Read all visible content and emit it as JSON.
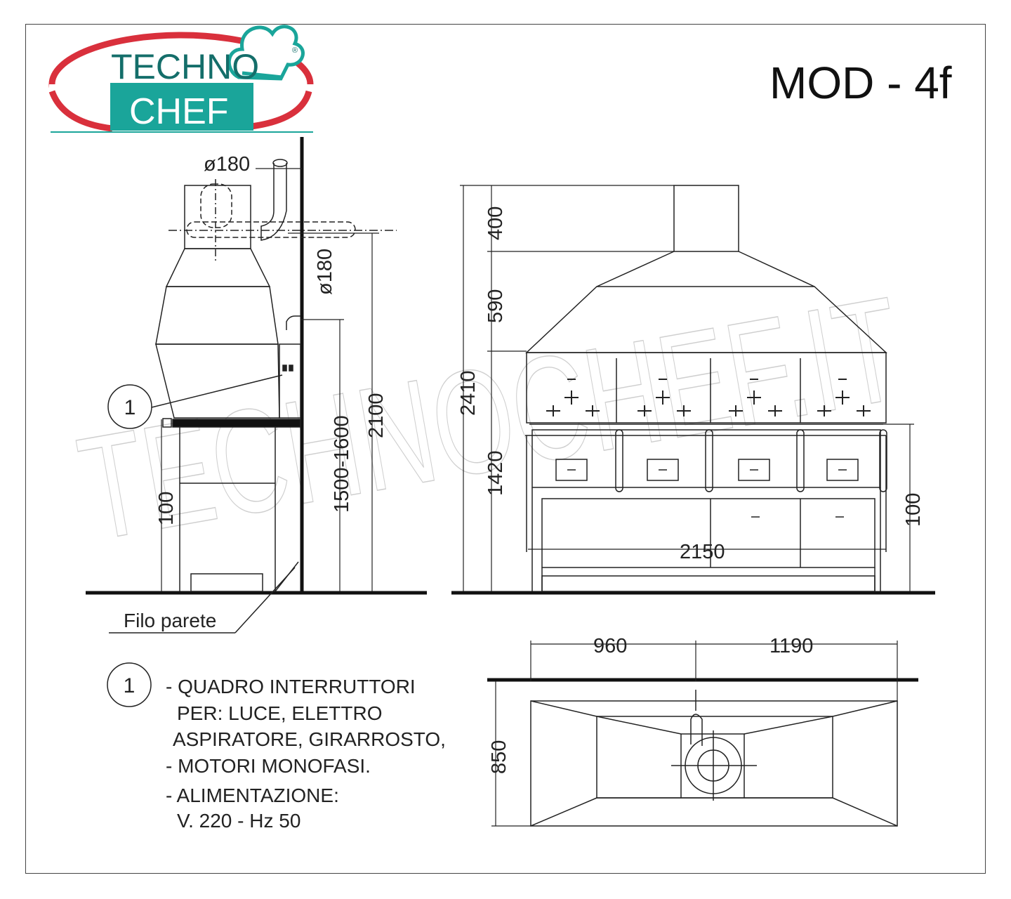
{
  "logo": {
    "line1": "TECHNO",
    "line2": "CHEF",
    "registered": "®",
    "colors": {
      "teal": "#1aa59a",
      "red": "#d9303c",
      "text_dark": "#146e6a"
    }
  },
  "model_title": "MOD - 4f",
  "watermark": "TECHNOCHEF.IT",
  "side_view": {
    "dims": {
      "flue_diameter": "ø180",
      "pipe_diameter": "ø180",
      "height_2100": "2100",
      "height_range": "1500-1600",
      "height_100": "100"
    },
    "callout_number": "1",
    "wall_label": "Filo parete"
  },
  "front_view": {
    "dims": {
      "h400": "400",
      "h590": "590",
      "h1420": "1420",
      "h2410": "2410",
      "h100": "100",
      "width": "2150"
    }
  },
  "top_view": {
    "dims": {
      "w960": "960",
      "w1190": "1190",
      "depth": "850"
    }
  },
  "legend": {
    "number": "1",
    "lines": [
      "- QUADRO INTERRUTTORI",
      "PER: LUCE, ELETTRO",
      "ASPIRATORE, GIRARROSTO,",
      "- MOTORI MONOFASI.",
      "- ALIMENTAZIONE:",
      "V. 220 - Hz 50"
    ]
  }
}
